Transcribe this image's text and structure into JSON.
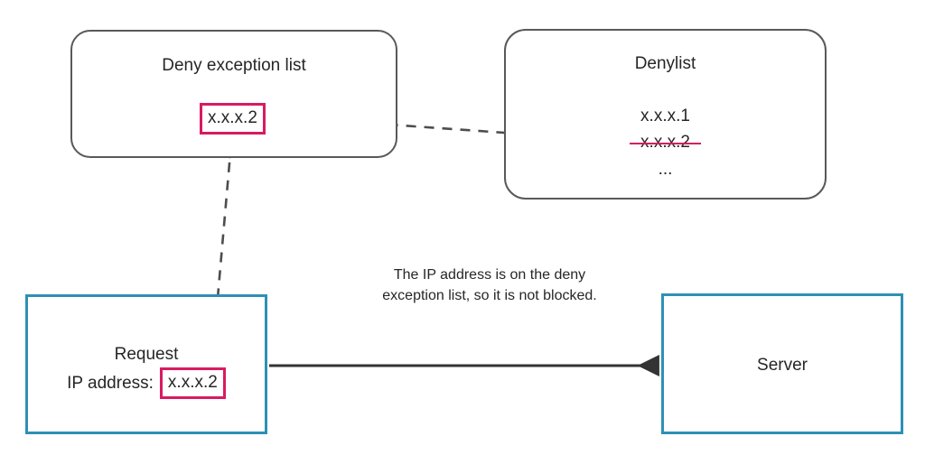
{
  "diagram": {
    "title_hidden": "",
    "background_color": "#ffffff",
    "accent_colors": {
      "box_gray": "#595959",
      "box_teal": "#2e90b4",
      "highlight_pink": "#d81b60",
      "arrow_gray": "#4d4d4d",
      "text": "#262626"
    },
    "deny_exception_list": {
      "title": "Deny exception list",
      "entry": "x.x.x.2"
    },
    "denylist": {
      "title": "Denylist",
      "entries": [
        {
          "value": "x.x.x.1",
          "struck": false
        },
        {
          "value": "x.x.x.2",
          "struck": true
        },
        {
          "value": "...",
          "struck": false
        }
      ]
    },
    "request": {
      "line1": "Request",
      "line2": "IP address:",
      "ip_value": "x.x.x.2"
    },
    "server": {
      "title": "Server"
    },
    "caption": {
      "line1": "The IP address is on the deny",
      "line2": "exception list, so it is not blocked."
    },
    "connectors": [
      {
        "name": "denylist-to-exception",
        "style": "dashed",
        "from": "denylist entry x.x.x.2",
        "to": "deny exception list entry x.x.x.2"
      },
      {
        "name": "request-to-exception",
        "style": "dashed",
        "from": "request ip chip",
        "to": "deny exception list entry x.x.x.2"
      },
      {
        "name": "request-to-server",
        "style": "solid",
        "from": "request box",
        "to": "server box"
      }
    ]
  }
}
